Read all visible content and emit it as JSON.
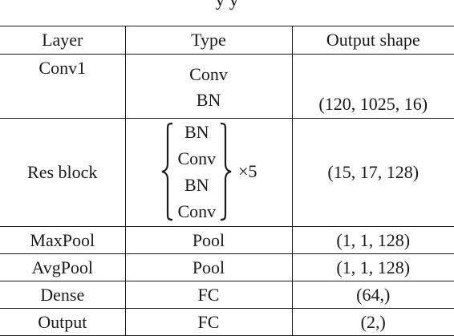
{
  "caption_fragment": "y      y",
  "table": {
    "headers": [
      "Layer",
      "Type",
      "Output shape"
    ],
    "rows": [
      {
        "layer": "Conv1",
        "types": [
          "Conv",
          "BN"
        ],
        "shape": "(120, 1025, 16)"
      },
      {
        "layer": "Res block",
        "types": [
          "BN",
          "Conv",
          "BN",
          "Conv"
        ],
        "repeat": "×5",
        "shape": "(15, 17, 128)"
      },
      {
        "layer": "MaxPool",
        "type": "Pool",
        "shape": "(1, 1, 128)"
      },
      {
        "layer": "AvgPool",
        "type": "Pool",
        "shape": "(1, 1, 128)"
      },
      {
        "layer": "Dense",
        "type": "FC",
        "shape": "(64,)"
      },
      {
        "layer": "Output",
        "type": "FC",
        "shape": "(2,)"
      }
    ]
  }
}
